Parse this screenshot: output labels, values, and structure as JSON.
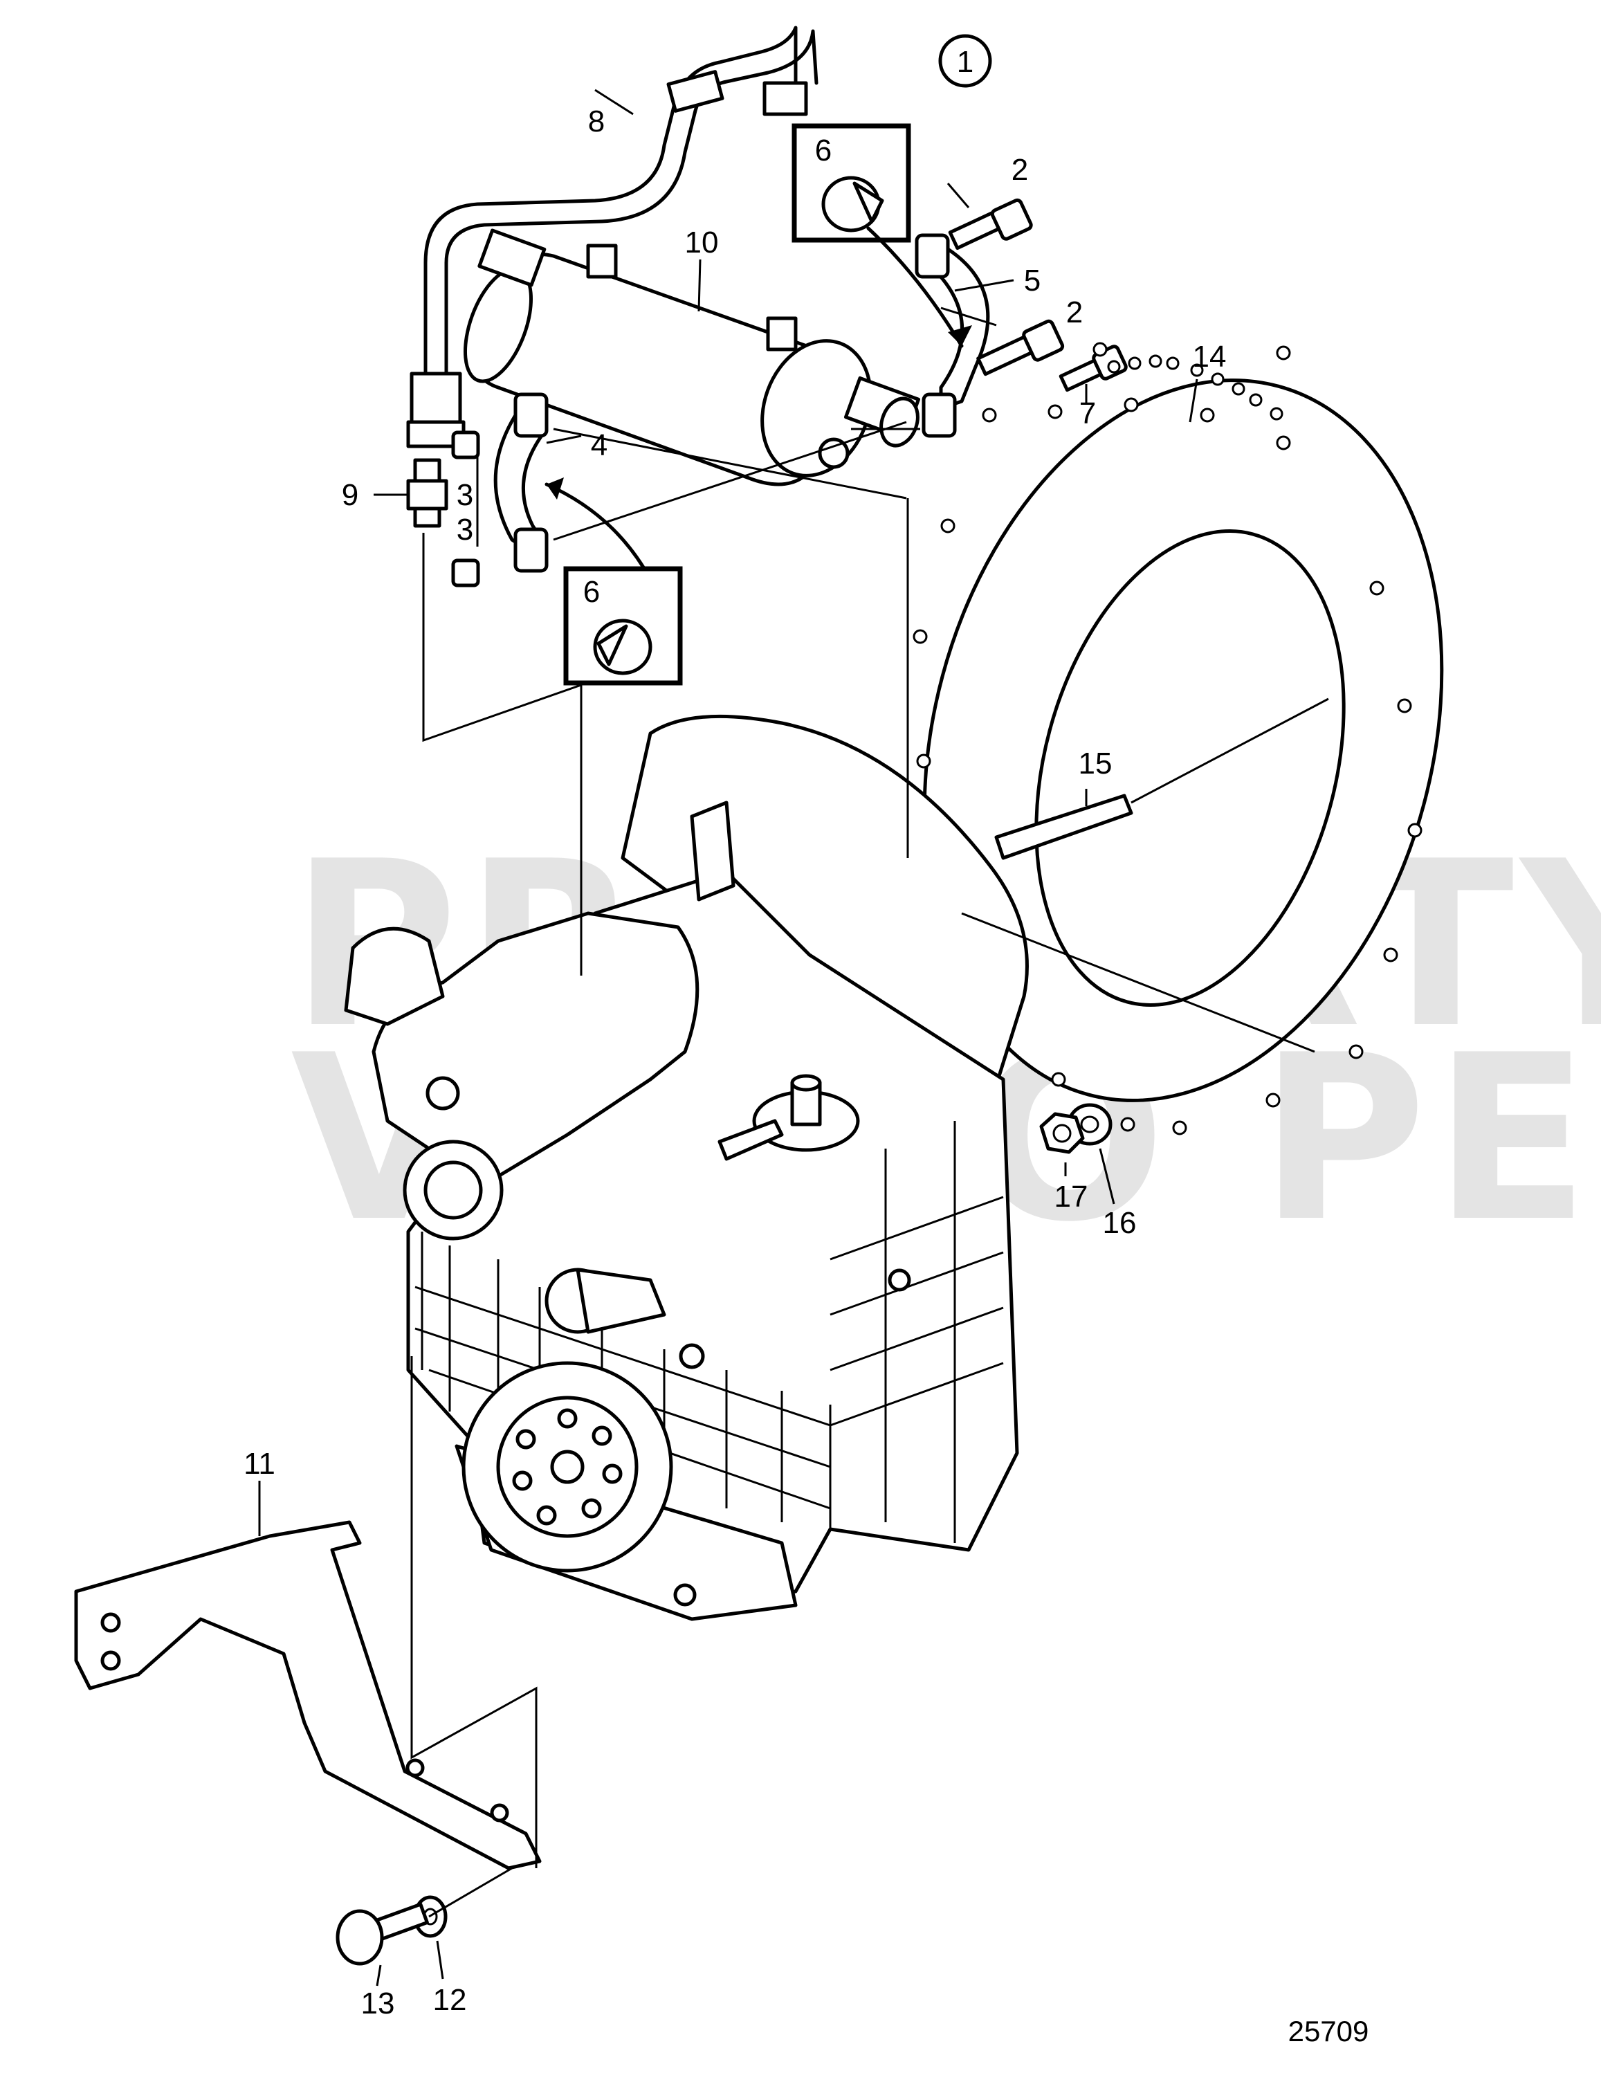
{
  "diagram": {
    "view_number": "1",
    "drawing_number": "25709",
    "watermark_lines": [
      "PROPERTY OF",
      "VOLVO PENTA"
    ],
    "callouts": [
      {
        "id": "c1",
        "text": "2"
      },
      {
        "id": "c2",
        "text": "2"
      },
      {
        "id": "c3",
        "text": "3"
      },
      {
        "id": "c4",
        "text": "3"
      },
      {
        "id": "c5",
        "text": "4"
      },
      {
        "id": "c6",
        "text": "5"
      },
      {
        "id": "c7",
        "text": "6"
      },
      {
        "id": "c8",
        "text": "6"
      },
      {
        "id": "c9",
        "text": "7"
      },
      {
        "id": "c10",
        "text": "8"
      },
      {
        "id": "c11",
        "text": "9"
      },
      {
        "id": "c12",
        "text": "10"
      },
      {
        "id": "c13",
        "text": "11"
      },
      {
        "id": "c14",
        "text": "12"
      },
      {
        "id": "c15",
        "text": "13"
      },
      {
        "id": "c16",
        "text": "14"
      },
      {
        "id": "c17",
        "text": "15"
      },
      {
        "id": "c18",
        "text": "16"
      },
      {
        "id": "c19",
        "text": "17"
      }
    ]
  }
}
